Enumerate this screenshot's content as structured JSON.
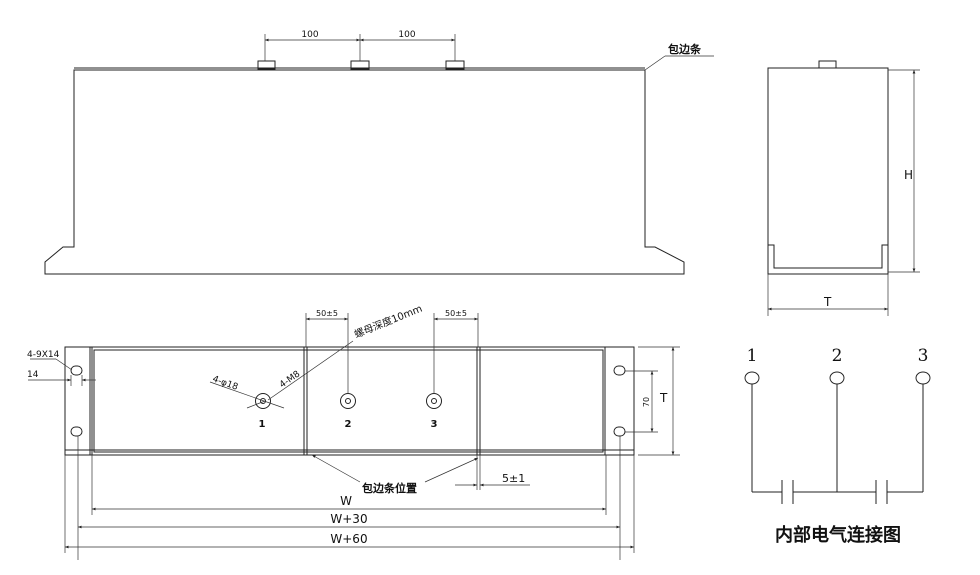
{
  "front_view": {
    "dim_left": "100",
    "dim_right": "100",
    "edge_strip_label": "包边条"
  },
  "side_view": {
    "height_label": "H",
    "thickness_label": "T"
  },
  "plan_view": {
    "slot_label": "4-9X14",
    "slot_width_label": "14",
    "hole_label": "4-φ18",
    "thread_label": "4-M8",
    "nut_depth_label": "螺母深度10mm",
    "offset_left": "50±5",
    "offset_right": "50±5",
    "terminal_labels": [
      "1",
      "2",
      "3"
    ],
    "hole_spacing_label": "70",
    "thickness_label": "T",
    "edge_strip_position_label": "包边条位置",
    "gap_label": "5±1",
    "width_labels": [
      "W",
      "W+30",
      "W+60"
    ]
  },
  "circuit": {
    "terminal_labels": [
      "1",
      "2",
      "3"
    ],
    "title": "内部电气连接图"
  }
}
